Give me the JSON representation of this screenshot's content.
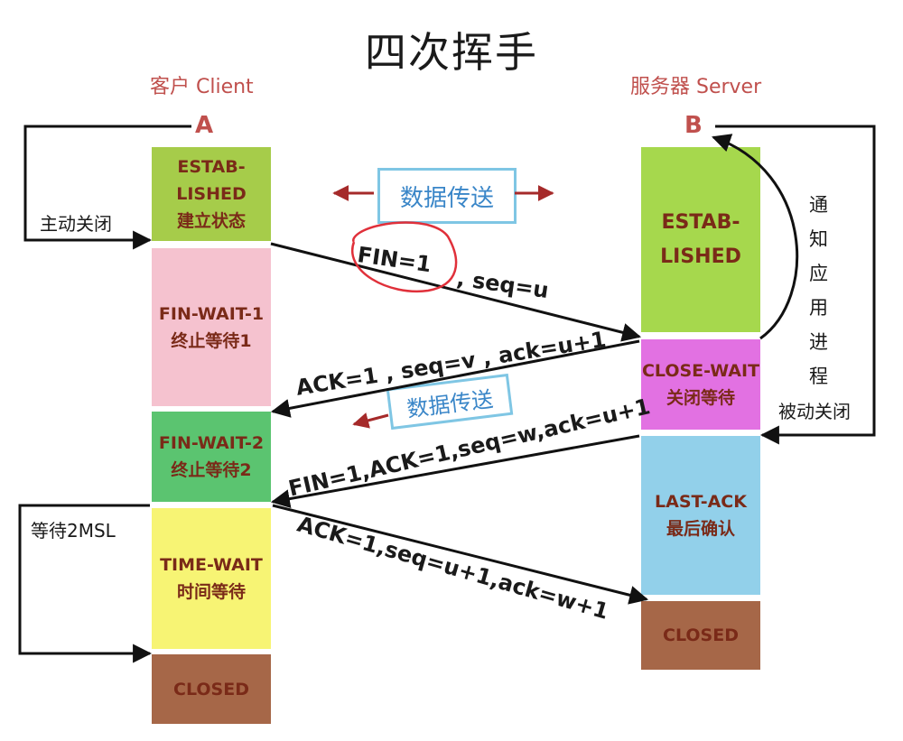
{
  "title": "四次挥手",
  "client_label": "客户 Client",
  "server_label": "服务器 Server",
  "node_a": "A",
  "node_b": "B",
  "client_states": {
    "established": {
      "line1": "ESTAB-",
      "line2": "LISHED",
      "line3": "建立状态"
    },
    "fin_wait_1": {
      "line1": "FIN-WAIT-1",
      "line2": "终止等待1"
    },
    "fin_wait_2": {
      "line1": "FIN-WAIT-2",
      "line2": "终止等待2"
    },
    "time_wait": {
      "line1": "TIME-WAIT",
      "line2": "时间等待"
    },
    "closed": {
      "line1": "CLOSED"
    }
  },
  "server_states": {
    "established": {
      "line1": "ESTAB-",
      "line2": "LISHED"
    },
    "close_wait": {
      "line1": "CLOSE-WAIT",
      "line2": "关闭等待"
    },
    "last_ack": {
      "line1": "LAST-ACK",
      "line2": "最后确认"
    },
    "closed": {
      "line1": "CLOSED"
    }
  },
  "notes": {
    "active_close": "主动关闭",
    "wait_2msl": "等待2MSL",
    "notify_app": [
      "通",
      "知",
      "应",
      "用",
      "进",
      "程"
    ],
    "passive_close": "被动关闭"
  },
  "data_transfer_1": "数据传送",
  "data_transfer_2": "数据传送",
  "messages": {
    "fin_label": "FIN=1",
    "fin_seq": ", seq=u",
    "ack1": "ACK=1 , seq=v , ack=u+1",
    "fin2": "FIN=1,ACK=1,seq=w,ack=u+1",
    "ack2": "ACK=1,seq=u+1,ack=w+1"
  },
  "colors": {
    "label_red": "#c0504d",
    "state_text": "#7a2a18",
    "data_blue": "#3a86c8",
    "box_border": "#7fc6e4",
    "arrow_dark_red": "#a52a2a",
    "fin_circle": "#e0303a"
  }
}
